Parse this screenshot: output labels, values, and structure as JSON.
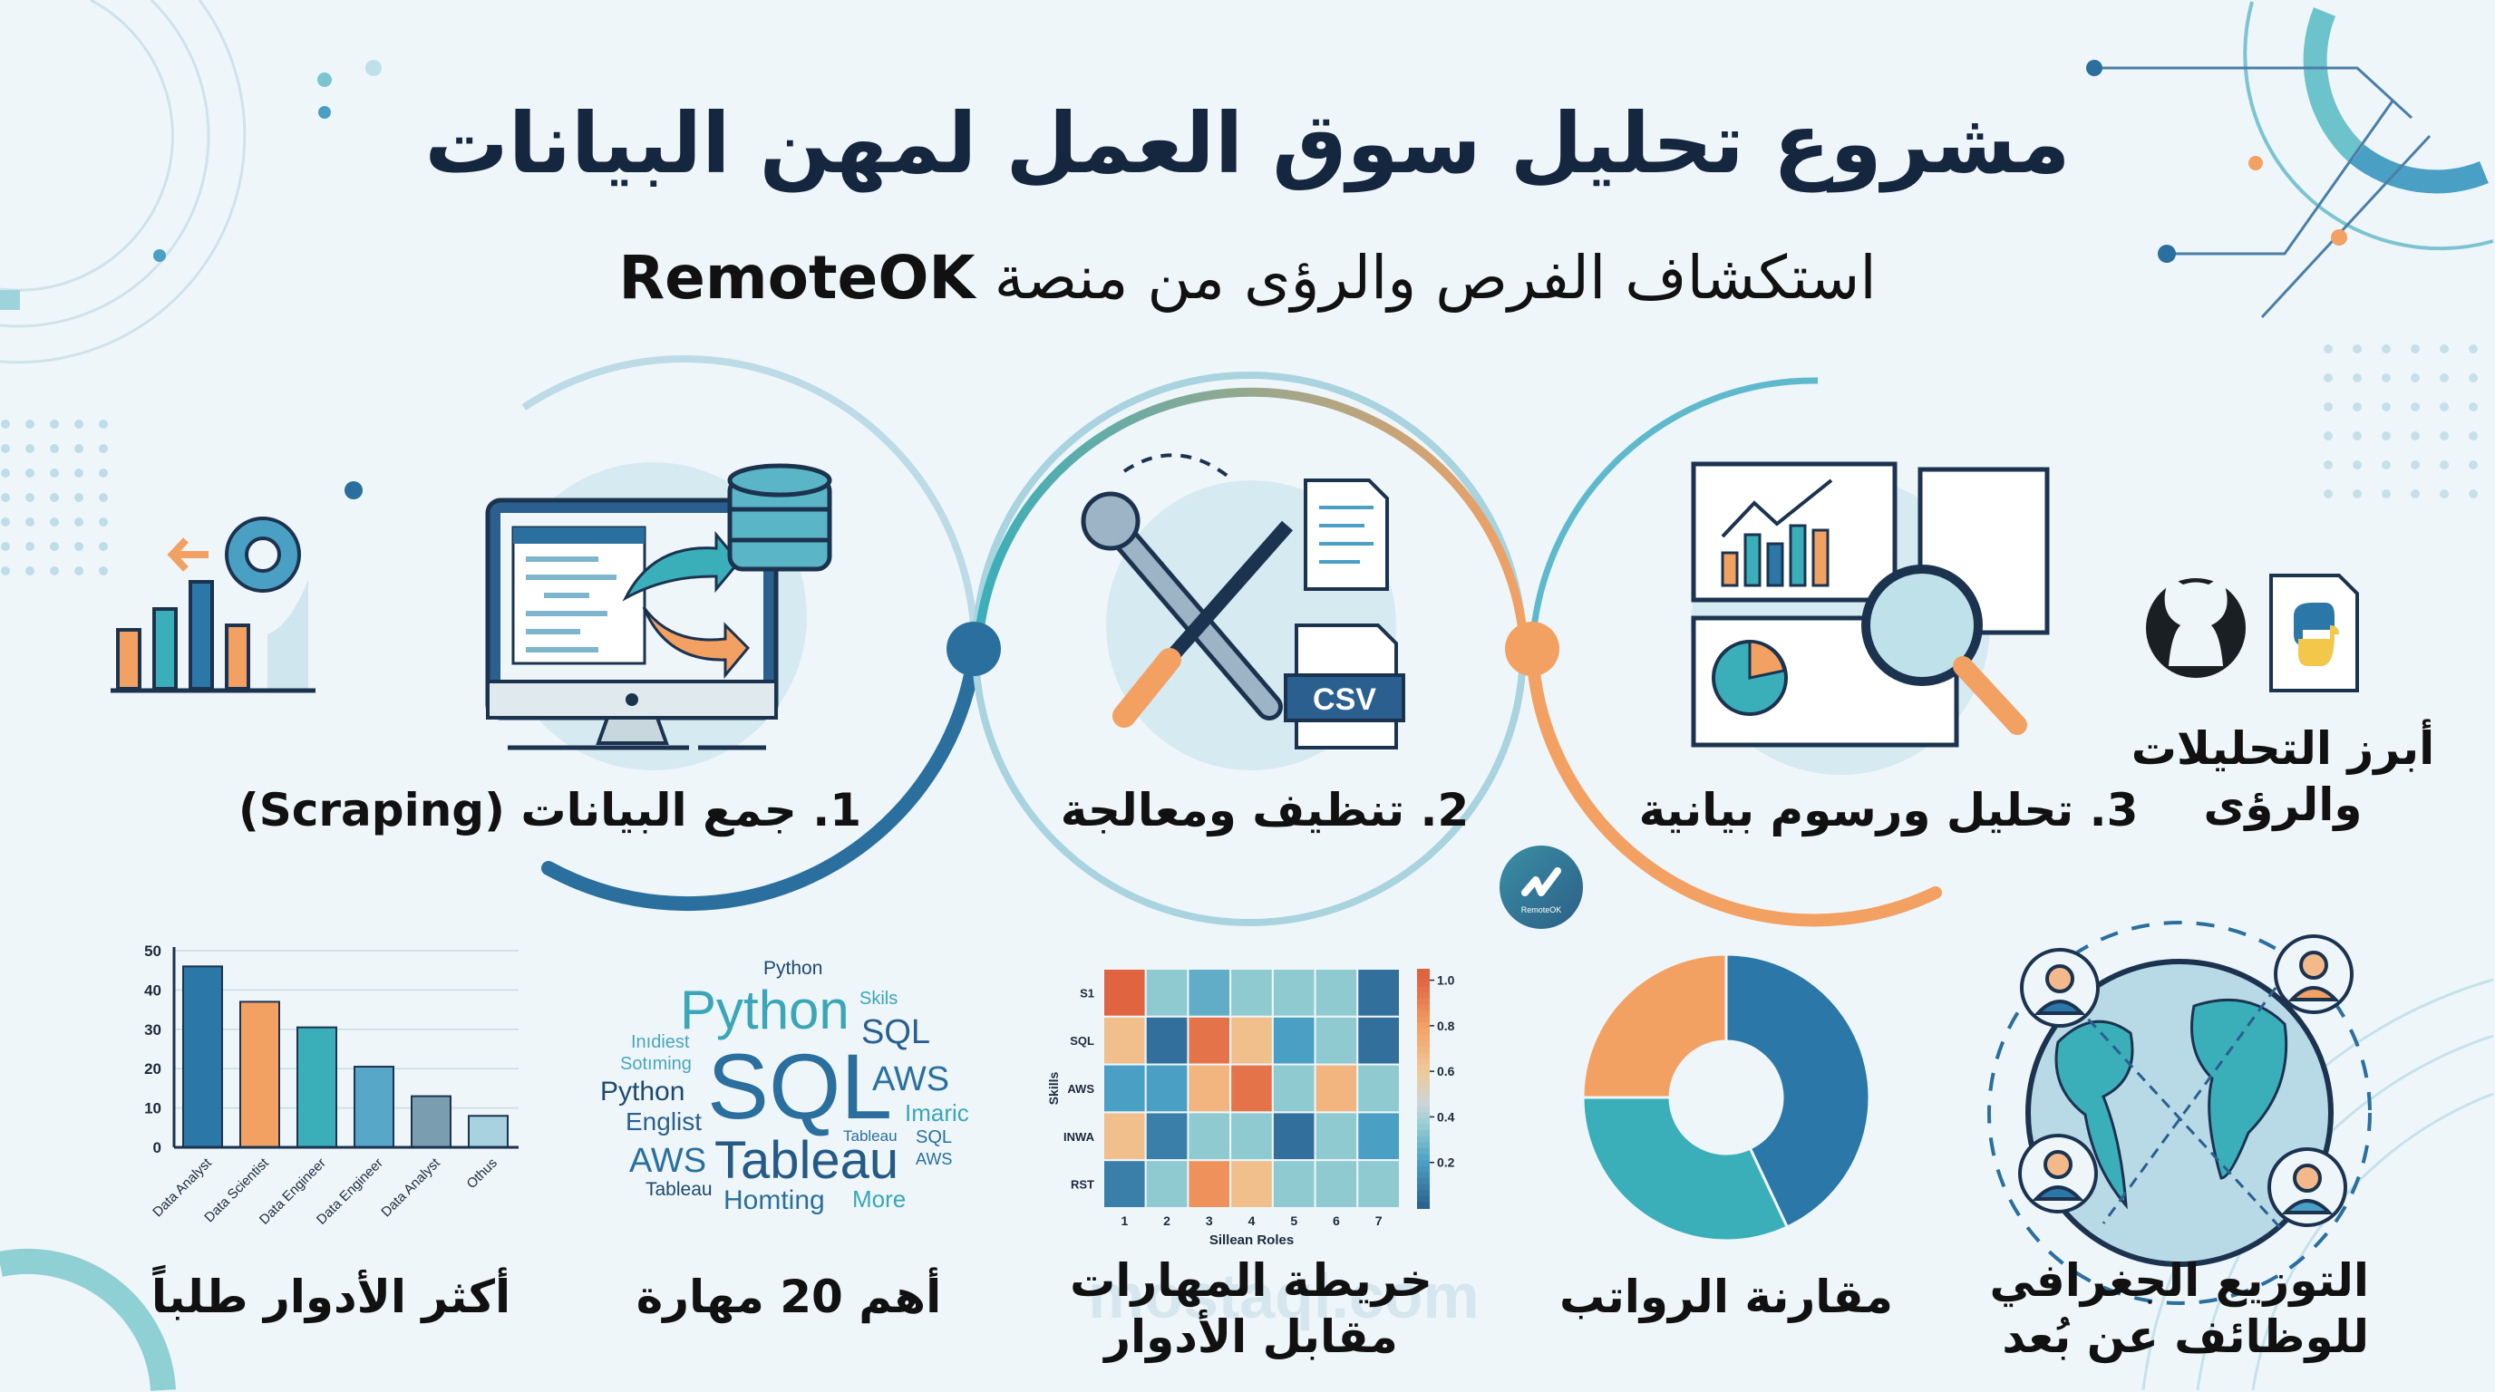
{
  "header": {
    "title": "مشروع تحليل سوق العمل لمهن البيانات",
    "subtitle_arabic": "استكشاف الفرص والرؤى من منصة",
    "subtitle_platform": "RemoteOK"
  },
  "steps": [
    {
      "label": "1. جمع البيانات (Scraping)",
      "icon": "monitor-database-icon"
    },
    {
      "label": "2. تنظيف ومعالجة",
      "icon": "wrench-screwdriver-csv-icon",
      "badge": "CSV"
    },
    {
      "label": "3. تحليل ورسوم بيانية",
      "icon": "charts-magnifier-icon"
    }
  ],
  "insights": {
    "line1": "أبرز التحليلات",
    "line2": "والرؤى",
    "icons": [
      "github-icon",
      "python-file-icon"
    ]
  },
  "logo": {
    "text": "RemoteOK"
  },
  "watermark": "mostaql.com",
  "colors": {
    "dark_blue": "#2a6f9e",
    "teal": "#3aafba",
    "orange": "#f3a063",
    "background": "#eef6fa",
    "title": "#15263f"
  },
  "bottom_labels": {
    "roles": "أكثر الأدوار طلباً",
    "skills": "أهم 20 مهارة",
    "heatmap_line1": "خريطة المهارات",
    "heatmap_line2": "مقابل الأدوار",
    "salaries": "مقارنة الرواتب",
    "geo_line1": "التوزيع الجغرافي",
    "geo_line2": "للوظائف عن بُعد"
  },
  "wordcloud": {
    "words": [
      "Python",
      "Python",
      "Skils",
      "SQL",
      "Inıdiest",
      "Sotıming",
      "SQL",
      "AWS",
      "Python",
      "Englist",
      "Imaric",
      "Tableau",
      "SQL",
      "AWS",
      "Tableau",
      "AWS",
      "Tableau",
      "Homting",
      "More"
    ]
  },
  "chart_data": [
    {
      "type": "bar",
      "categories": [
        "Data Analyst",
        "Data Scientist",
        "Data Engineer",
        "Data Engineer",
        "Data Analyst",
        "Othus"
      ],
      "values": [
        46,
        37,
        30.5,
        20.5,
        13,
        8
      ],
      "colors": [
        "#2a77a8",
        "#f3a063",
        "#3aafba",
        "#57a7c8",
        "#7b9db0",
        "#a9d2e0"
      ],
      "ylim": [
        0,
        50
      ],
      "yticks": [
        0,
        10,
        20,
        30,
        40,
        50
      ],
      "grid": true,
      "title": "",
      "xlabel": "",
      "ylabel": ""
    },
    {
      "type": "heatmap",
      "rows": [
        "S1",
        "SQL",
        "AWS",
        "INWA",
        "RST"
      ],
      "columns": [
        "1",
        "2",
        "3",
        "4",
        "5",
        "6",
        "7"
      ],
      "values": [
        [
          1.0,
          0.35,
          0.25,
          0.35,
          0.35,
          0.35,
          0.05
        ],
        [
          0.65,
          0.05,
          0.95,
          0.65,
          0.2,
          0.35,
          0.05
        ],
        [
          0.2,
          0.2,
          0.7,
          0.95,
          0.35,
          0.7,
          0.35
        ],
        [
          0.65,
          0.1,
          0.35,
          0.35,
          0.05,
          0.35,
          0.2
        ],
        [
          0.1,
          0.35,
          0.85,
          0.65,
          0.35,
          0.35,
          0.35
        ]
      ],
      "colorbar_ticks": [
        "1.0",
        "0.8",
        "0.6",
        "0.4",
        "0.2"
      ],
      "colorbar_range": [
        0,
        1.05
      ],
      "xlabel": "Sillean Roles",
      "ylabel": "Skills"
    },
    {
      "type": "pie",
      "donut": true,
      "values": [
        43,
        32,
        25
      ],
      "colors": [
        "#2a77a8",
        "#3aafba",
        "#f3a063"
      ]
    }
  ]
}
